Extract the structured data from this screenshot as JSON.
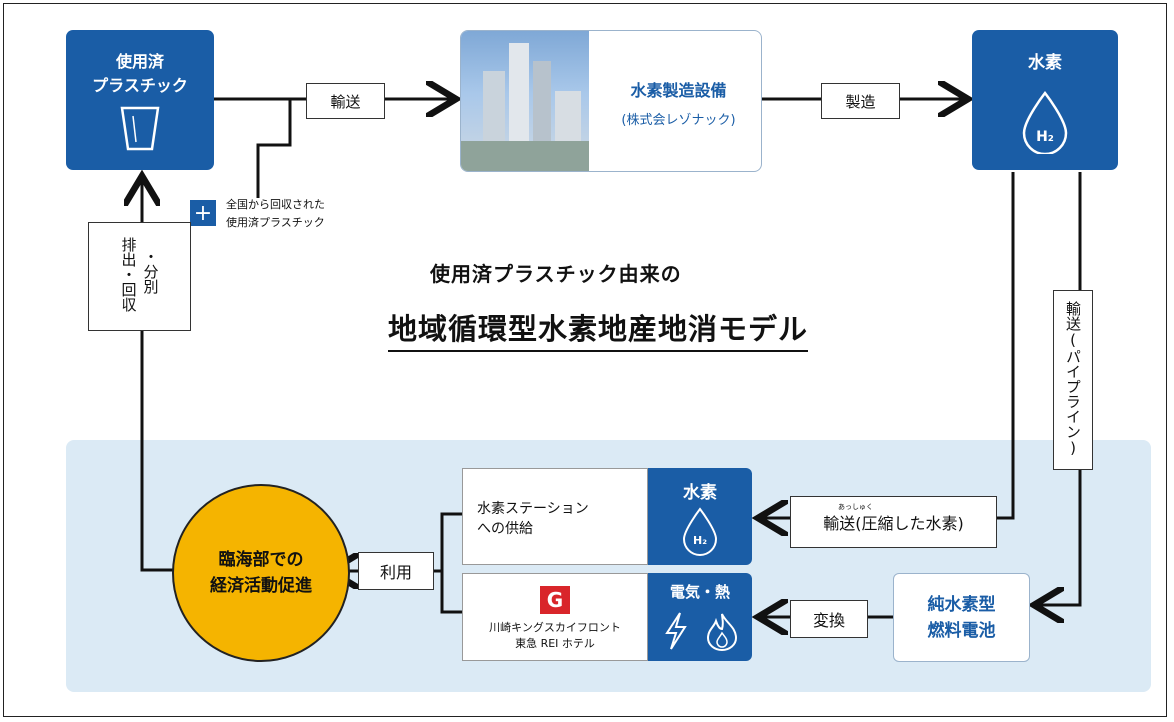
{
  "title": {
    "line1": "使用済プラスチック由来の",
    "line2": "地域循環型水素地産地消モデル"
  },
  "nodes": {
    "plastic": {
      "line1": "使用済",
      "line2": "プラスチック",
      "icon": "cup-icon"
    },
    "plant": {
      "name": "水素製造設備",
      "company": "(株式会レゾナック)"
    },
    "hydrogen": {
      "label": "水素",
      "symbol": "H₂"
    },
    "collected_note": {
      "plus": "+",
      "line1": "全国から回収された",
      "line2": "使用済プラスチック"
    },
    "station": {
      "line1": "水素ステーション",
      "line2": "への供給"
    },
    "hydrogen2": {
      "label": "水素",
      "symbol": "H₂"
    },
    "hotel": {
      "line1": "川崎キングスカイフロント",
      "line2": "東急 REI ホテル"
    },
    "power_heat": {
      "label": "電気・熱"
    },
    "fuel_cell": {
      "line1": "純水素型",
      "line2": "燃料電池"
    },
    "economy": {
      "line1": "臨海部での",
      "line2": "経済活動促進"
    }
  },
  "edges": {
    "transport": "輸送",
    "produce": "製造",
    "pipeline": "輸送(パイプライン)",
    "compressed": "輸送(圧縮した水素)",
    "compressed_ruby": "あっしゅく",
    "convert": "変換",
    "use": "利用",
    "discharge_col1": "排出・回収",
    "discharge_col2": "・分別"
  },
  "colors": {
    "brand_blue": "#1a5da6",
    "band": "#dbeaf5",
    "circle": "#f5b400"
  }
}
